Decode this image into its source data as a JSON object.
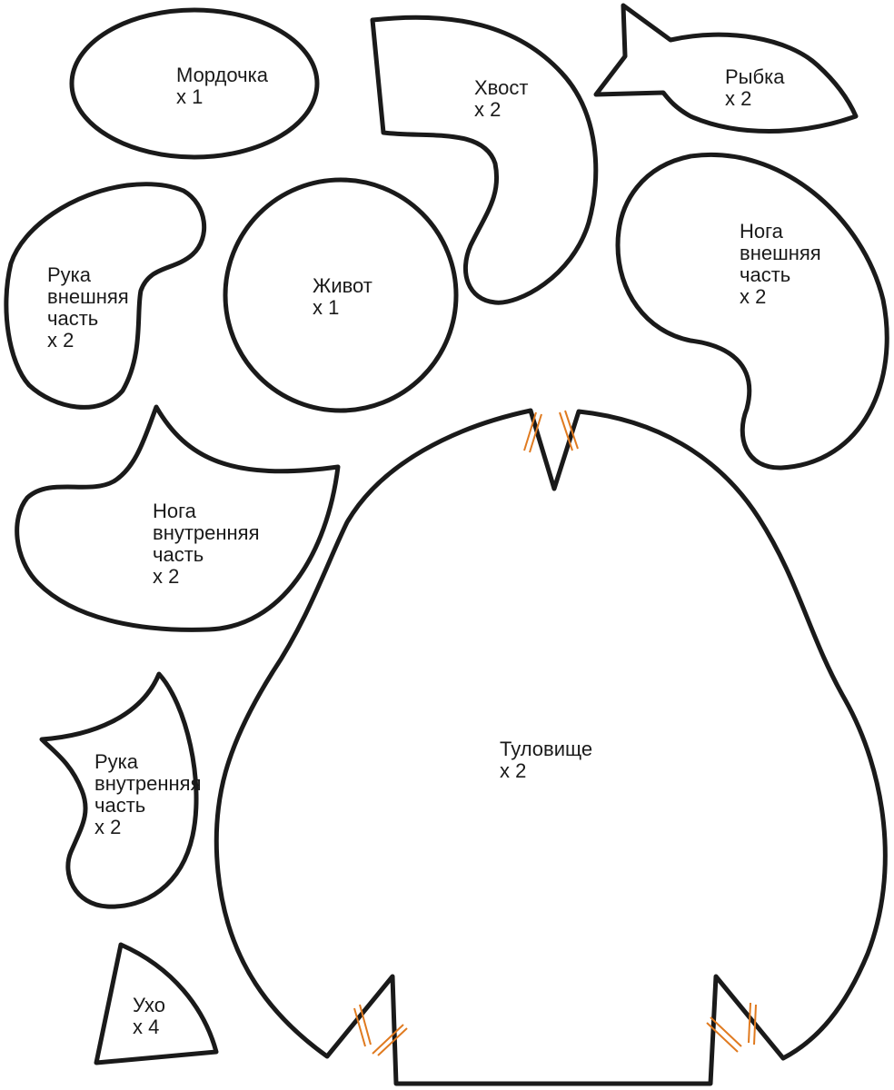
{
  "colors": {
    "outline": "#1a1a1a",
    "notch": "#e07a1f",
    "background": "#ffffff"
  },
  "pieces": {
    "face": {
      "name": "Мордочка",
      "count": "х 1"
    },
    "tail": {
      "name": "Хвост",
      "count": "х 2"
    },
    "fish": {
      "name": "Рыбка",
      "count": "х 2"
    },
    "arm_outer": {
      "line1": "Рука",
      "line2": "внешняя",
      "line3": "часть",
      "count": "х 2"
    },
    "belly": {
      "name": "Живот",
      "count": "х 1"
    },
    "leg_outer": {
      "line1": "Нога",
      "line2": "внешняя",
      "line3": "часть",
      "count": "х 2"
    },
    "leg_inner": {
      "line1": "Нога",
      "line2": "внутренняя",
      "line3": "часть",
      "count": "х 2"
    },
    "body": {
      "name": "Туловище",
      "count": "х 2"
    },
    "arm_inner": {
      "line1": "Рука",
      "line2": "внутренняя",
      "line3": "часть",
      "count": "х 2"
    },
    "ear": {
      "name": "Ухо",
      "count": "х 4"
    }
  }
}
